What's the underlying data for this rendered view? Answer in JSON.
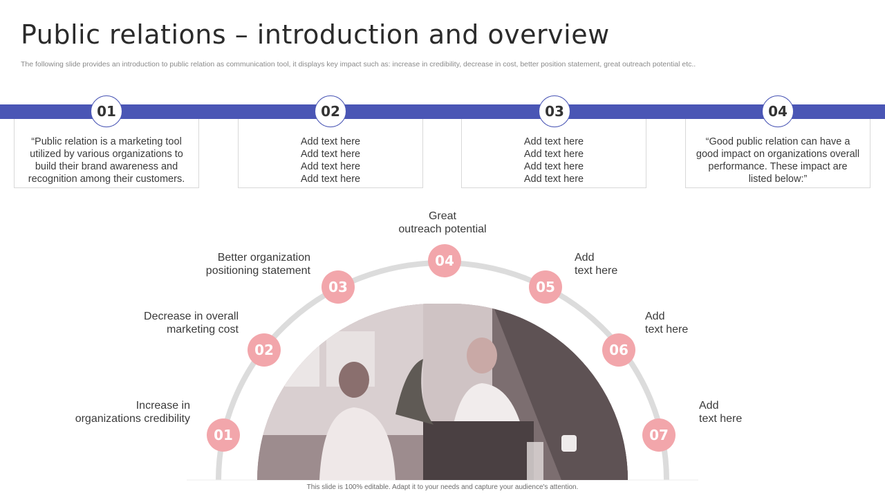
{
  "title": "Public relations – introduction and overview",
  "subtitle": "The following slide provides an introduction  to public relation as communication  tool, it displays key impact such as: increase in credibility, decrease in cost, better position statement, great outreach  potential etc..",
  "steps": [
    {
      "number": "01",
      "lines": [
        "“Public relation is a marketing tool",
        "utilized by various organizations  to",
        "build their brand awareness and",
        "recognition among their customers."
      ]
    },
    {
      "number": "02",
      "lines": [
        "Add text here",
        "Add text here",
        "Add text here",
        "Add text here"
      ]
    },
    {
      "number": "03",
      "lines": [
        "Add text here",
        "Add text here",
        "Add text here",
        "Add text here"
      ]
    },
    {
      "number": "04",
      "lines": [
        "“Good public relation can have a",
        "good impact on organizations overall",
        "performance. These impact are",
        "listed below:”"
      ]
    }
  ],
  "impacts": [
    {
      "number": "01",
      "lines": [
        "Increase in",
        "organizations credibility"
      ]
    },
    {
      "number": "02",
      "lines": [
        "Decrease in overall",
        "marketing cost"
      ]
    },
    {
      "number": "03",
      "lines": [
        "Better organization",
        "positioning statement"
      ]
    },
    {
      "number": "04",
      "lines": [
        "Great",
        "outreach potential"
      ]
    },
    {
      "number": "05",
      "lines": [
        "Add",
        "text here"
      ]
    },
    {
      "number": "06",
      "lines": [
        "Add",
        "text here"
      ]
    },
    {
      "number": "07",
      "lines": [
        "Add",
        "text here"
      ]
    }
  ],
  "footer": "This slide is 100% editable. Adapt it to your needs and capture your audience's attention.",
  "colors": {
    "band": "#4a56b5",
    "circle": "#f2a6ab",
    "arc": "#dcdcdc"
  }
}
